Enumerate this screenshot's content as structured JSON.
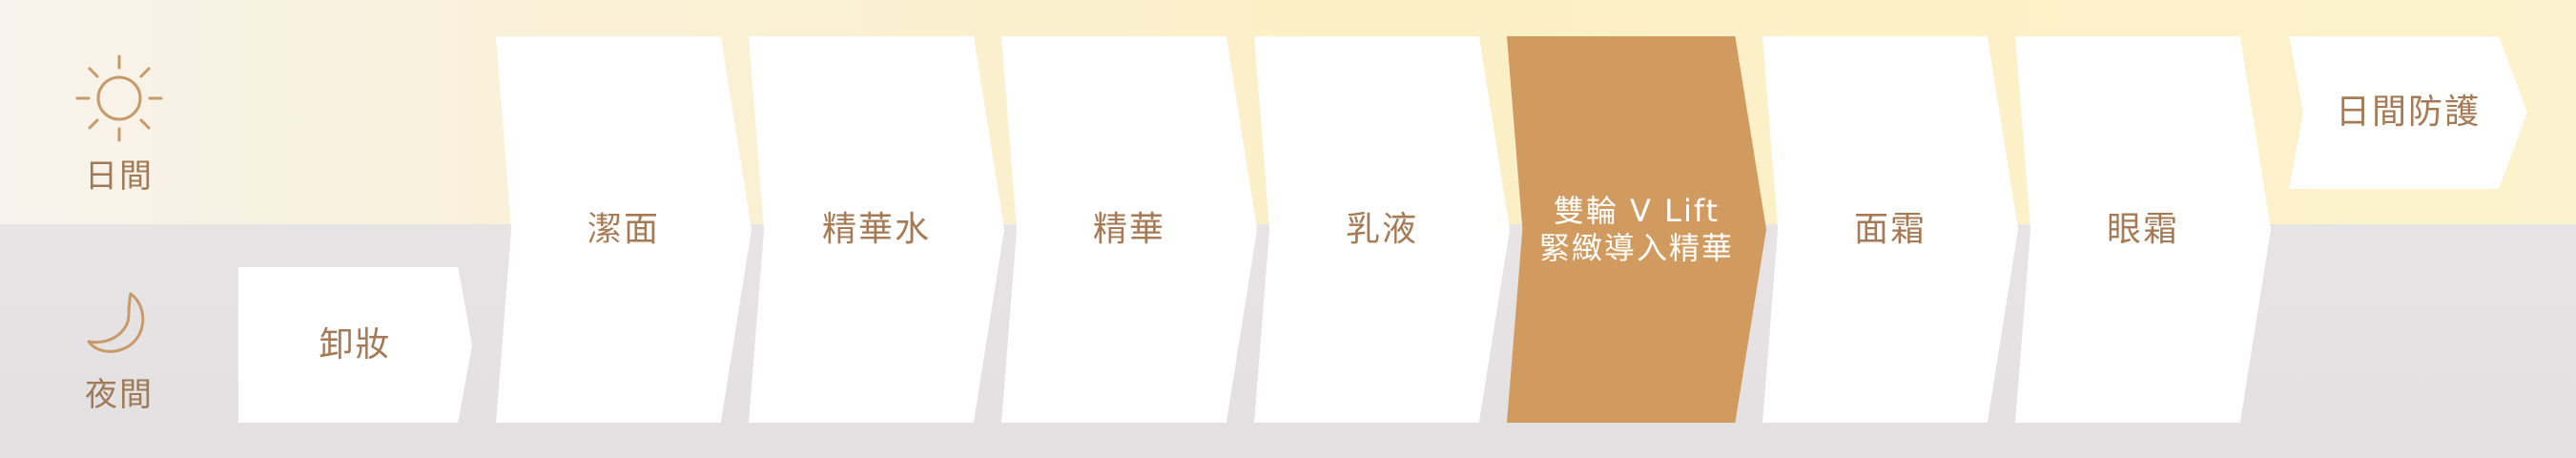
{
  "periods": {
    "day": {
      "label": "日間",
      "icon": "sun-icon"
    },
    "night": {
      "label": "夜間",
      "icon": "moon-icon"
    }
  },
  "steps": [
    {
      "label": "卸妝"
    },
    {
      "label": "潔面"
    },
    {
      "label": "精華水"
    },
    {
      "label": "精華"
    },
    {
      "label": "乳液"
    },
    {
      "label": "雙輪 V Lift\n緊緻導入精華",
      "highlighted": true
    },
    {
      "label": "面霜"
    },
    {
      "label": "眼霜"
    },
    {
      "label": "日間防護"
    }
  ],
  "colors": {
    "accent": "#d19a5e",
    "text": "#a57a55",
    "day_band": "#fbefc5",
    "night_band": "#e4e2e2"
  }
}
